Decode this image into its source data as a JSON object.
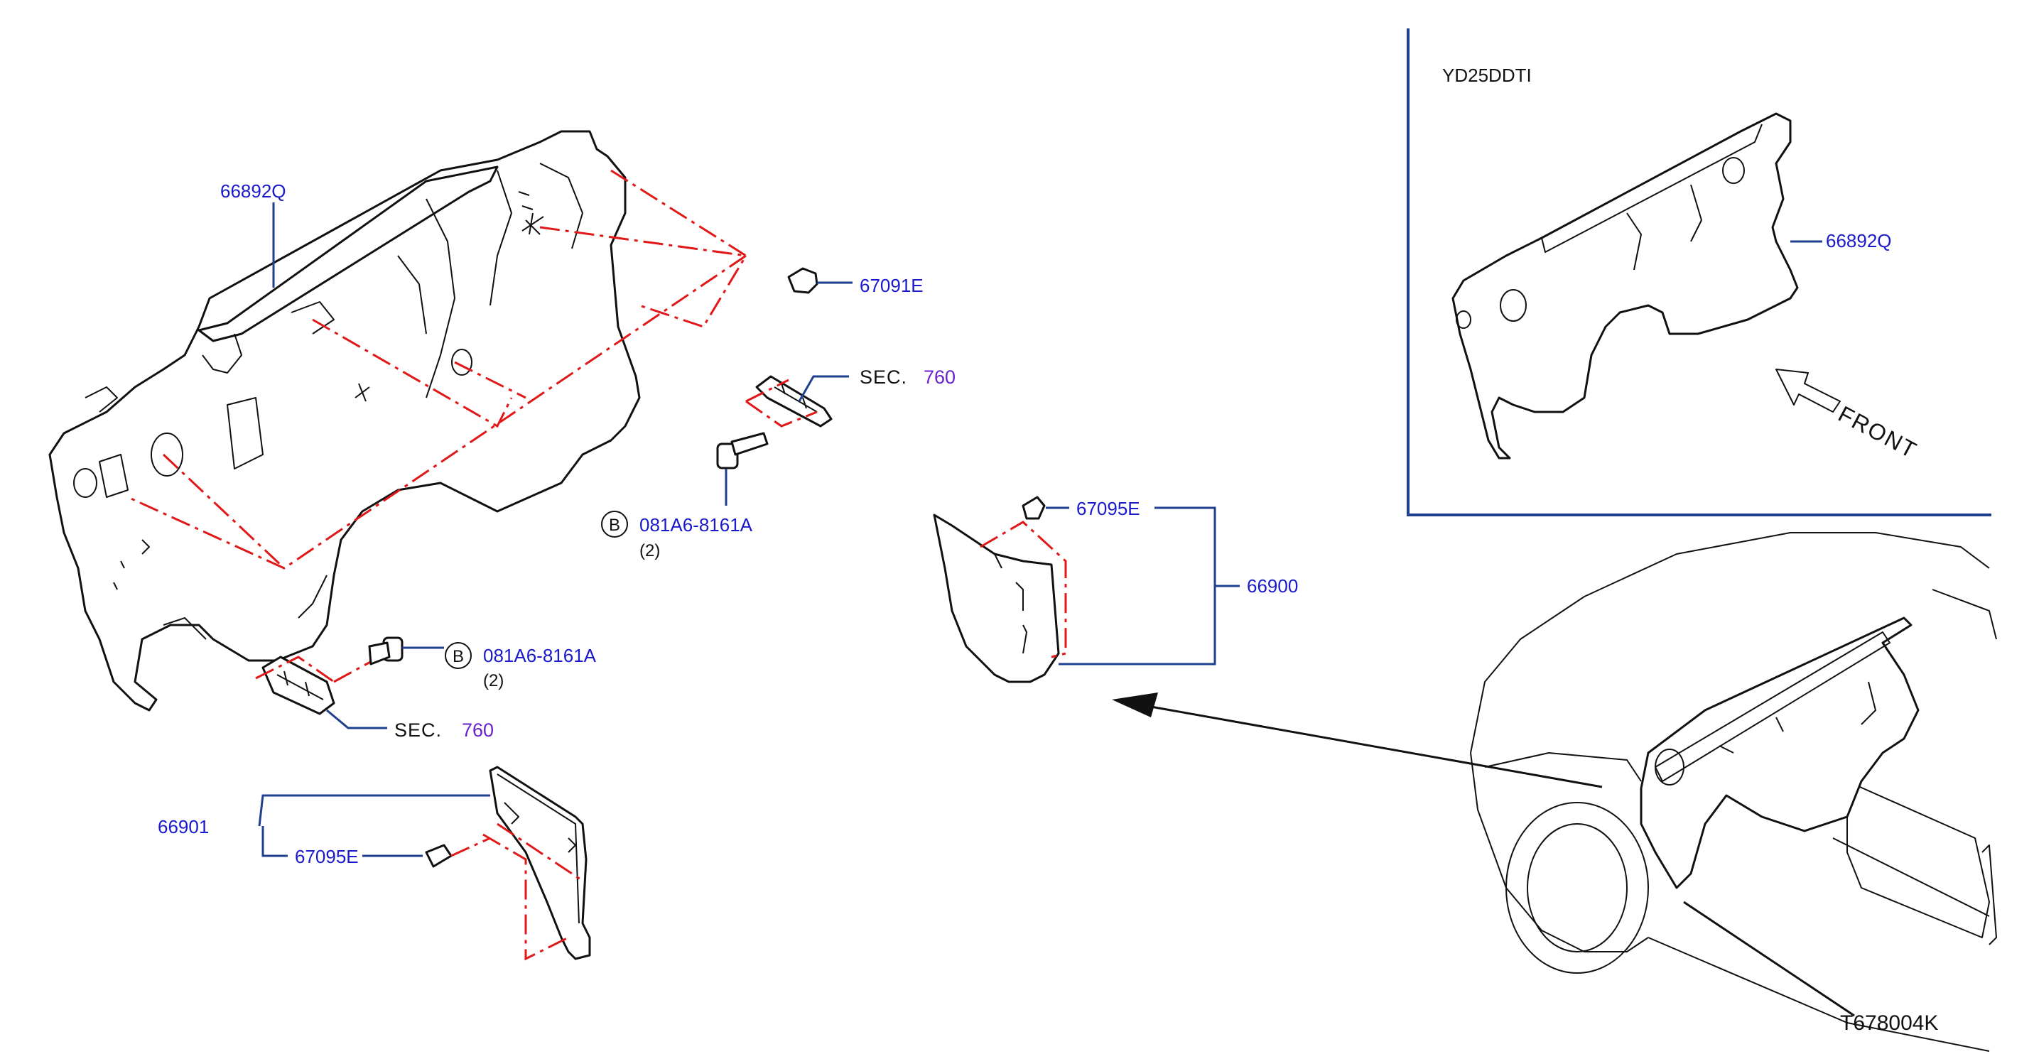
{
  "labels": {
    "main_insulator": "66892Q",
    "clip_top": "67091E",
    "sec_top": "SEC.",
    "sec_top_num": "760",
    "bolt_top_code": "081A6-8161A",
    "bolt_top_qty": "(2)",
    "bolt_top_circle": "B",
    "bolt_bottom_code": "081A6-8161A",
    "bolt_bottom_qty": "(2)",
    "bolt_bottom_circle": "B",
    "sec_bottom": "SEC.",
    "sec_bottom_num": "760",
    "left_panel": "66901",
    "left_clip": "67095E",
    "right_clip": "67095E",
    "right_panel": "66900",
    "inset_engine": "YD25DDTI",
    "inset_part": "66892Q",
    "inset_front": "FRONT",
    "figure_code": "T678004K"
  },
  "colors": {
    "part_number": "#1a1acc",
    "section_number": "#6a22cc",
    "leader": "#1f3f8f",
    "phantom_line": "#e01818",
    "outline": "#111111"
  },
  "icons": {
    "circled_reference": "circled-letter-b-icon",
    "direction": "front-arrow-icon"
  }
}
